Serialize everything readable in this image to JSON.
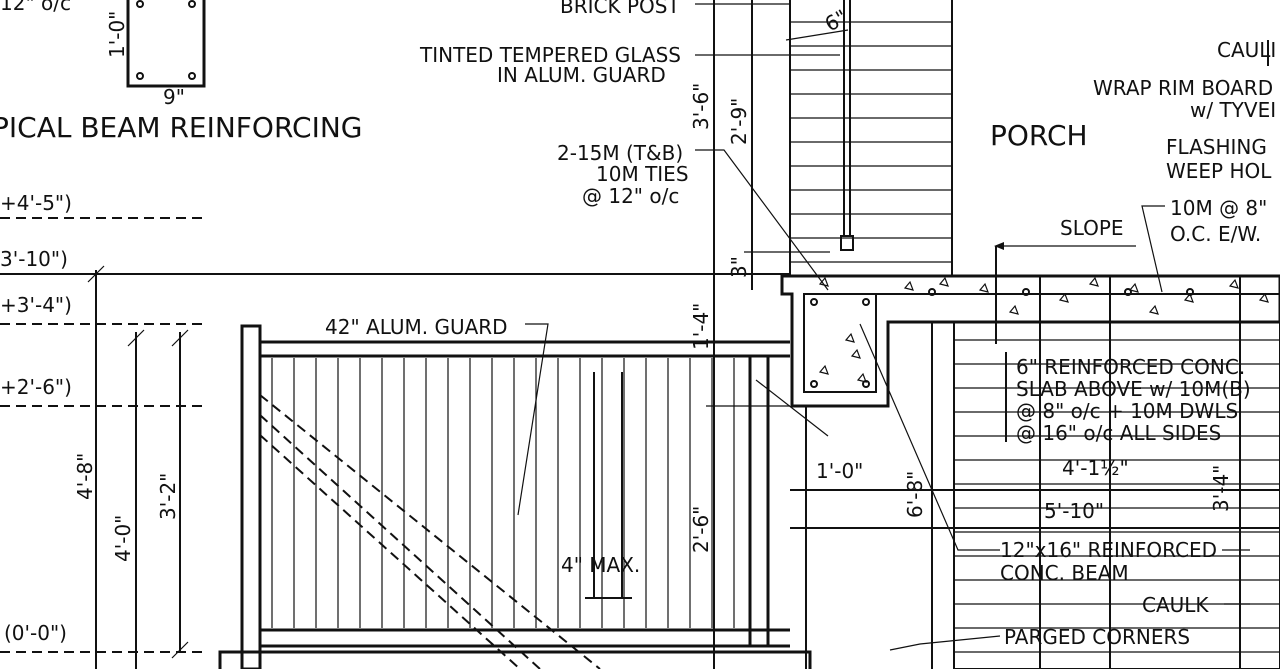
{
  "title": "TYPICAL BEAM REINFORCING",
  "title_visible": "PICAL BEAM REINFORCING",
  "beam_detail": {
    "height": "1'-0\"",
    "width": "9\"",
    "spacing_fragment": "12\" o/c"
  },
  "levels": [
    "+4'-5\")",
    "3'-10\")",
    "+3'-4\")",
    "+2'-6\")",
    "(0'-0\")"
  ],
  "callouts": {
    "brick_post": "BRICK POST",
    "glass_line1": "TINTED TEMPERED GLASS",
    "glass_line2": "IN ALUM. GUARD",
    "rebar_line1": "2-15M (T&B)",
    "rebar_line2": "10M TIES",
    "rebar_line3": "@ 12\" o/c",
    "guard": "42\" ALUM. GUARD",
    "max_spacing": "4\" MAX.",
    "porch": "PORCH",
    "caulk_top": "CAULI",
    "wrap_line1": "WRAP RIM BOARD",
    "wrap_line2": "w/ TYVEI",
    "flashing_line1": "FLASHING",
    "flashing_line2": "WEEP HOL",
    "slope": "SLOPE",
    "mesh_line1": "10M @ 8\"",
    "mesh_line2": "O.C. E/W.",
    "slab_line1": "6\" REINFORCED CONC.",
    "slab_line2": "SLAB ABOVE w/ 10M(B)",
    "slab_line3": "@ 8\" o/c + 10M DWLS",
    "slab_line4": "@ 16\" o/c ALL SIDES",
    "beam_line1": "12\"x16\" REINFORCED",
    "beam_line2": "CONC. BEAM",
    "caulk_bottom": "CAULK",
    "parged": "PARGED CORNERS"
  },
  "dimensions": {
    "d_6in": "6\"",
    "d_3_6": "3'-6\"",
    "d_2_9": "2'-9\"",
    "d_3in": "3\"",
    "d_1_4": "1'-4\"",
    "d_2_6": "2'-6\"",
    "d_4_8": "4'-8\"",
    "d_4_0": "4'-0\"",
    "d_3_2": "3'-2\"",
    "d_1_0": "1'-0\"",
    "d_6_8": "6'-8\"",
    "d_4_1h": "4'-1½\"",
    "d_5_10": "5'-10\"",
    "d_3_4": "3'-4\""
  }
}
